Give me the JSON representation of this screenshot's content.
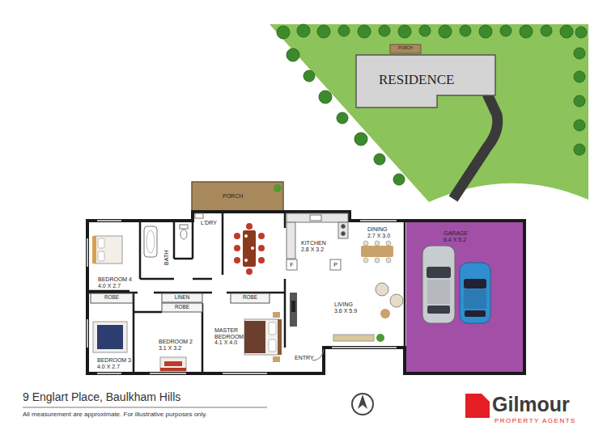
{
  "diagram": {
    "title": "9 Englart Place, Baulkham Hills",
    "caption": "All measurement are approximate. For illustrative purposes only.",
    "nodes": [
      {
        "text": [
          "PORCH"
        ]
      },
      {
        "text": [
          "RESIDENCE"
        ]
      },
      {
        "text": [
          "PORCH"
        ]
      },
      {
        "text": [
          "L'DRY"
        ]
      },
      {
        "text": [
          "DINING",
          "2.7 X 3.0"
        ]
      },
      {
        "text": [
          "GARAGE",
          "6.4 X 5.2"
        ]
      },
      {
        "text": [
          "KITCHEN",
          "2.8 X 3.2"
        ]
      },
      {
        "text": [
          "BATH"
        ]
      },
      {
        "text": [
          "BEDROOM 4",
          "4.0 X 2.7"
        ]
      },
      {
        "text": [
          "ROBE"
        ]
      },
      {
        "text": [
          "LINEN"
        ]
      },
      {
        "text": [
          "ROBE"
        ]
      },
      {
        "text": [
          "ROBE"
        ]
      },
      {
        "text": [
          "LIVING",
          "3.6 X 5.9"
        ]
      },
      {
        "text": [
          "MASTER BEDROOM",
          "4.1 X 4.0"
        ]
      },
      {
        "text": [
          "BEDROOM 2",
          "3.1 X 3.2"
        ]
      },
      {
        "text": [
          "ENTRY"
        ]
      },
      {
        "text": [
          "BEDROOM 3",
          "4.0 X 2.7"
        ]
      }
    ],
    "labels": [
      "F",
      "P",
      "Gilmour",
      "PROPERTY AGENTS"
    ]
  }
}
